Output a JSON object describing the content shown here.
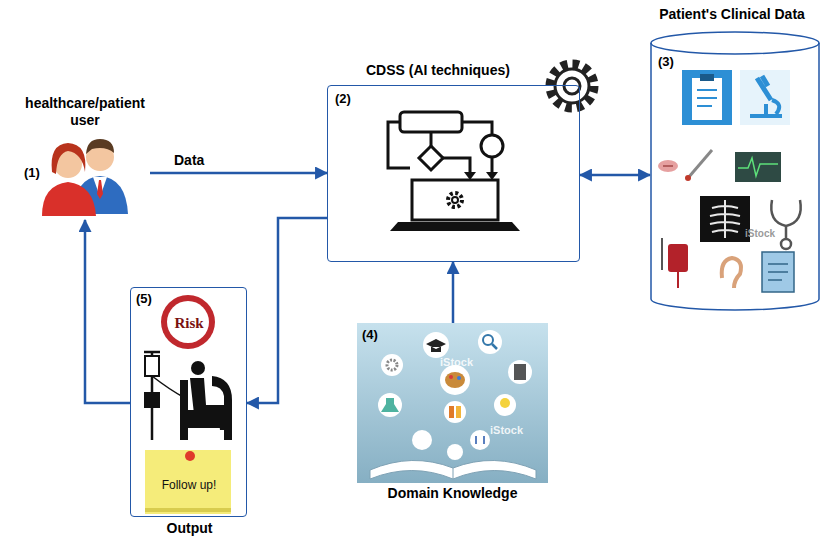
{
  "diagram": {
    "nodes": [
      {
        "text": [
          "healthcare/patient user",
          "(1)"
        ]
      },
      {
        "text": [
          "CDSS (AI techniques)",
          "(2)"
        ]
      },
      {
        "text": [
          "Patient's Clinical Data",
          "(3)"
        ]
      },
      {
        "text": [
          "(4)",
          "Domain Knowledge"
        ]
      },
      {
        "text": [
          "(5)",
          "Risk",
          "Follow up!",
          "Output"
        ]
      }
    ],
    "edges": [
      {
        "from": 0,
        "to": 1,
        "label": "Data",
        "arrow": "to"
      },
      {
        "from": 1,
        "to": 2,
        "arrow": "both"
      },
      {
        "from": 3,
        "to": 1,
        "arrow": "to"
      },
      {
        "from": 1,
        "to": 4,
        "arrow": "to"
      },
      {
        "from": 4,
        "to": 0,
        "arrow": "to"
      }
    ],
    "labels": [
      "iStock",
      "iStock",
      "iStock"
    ]
  }
}
